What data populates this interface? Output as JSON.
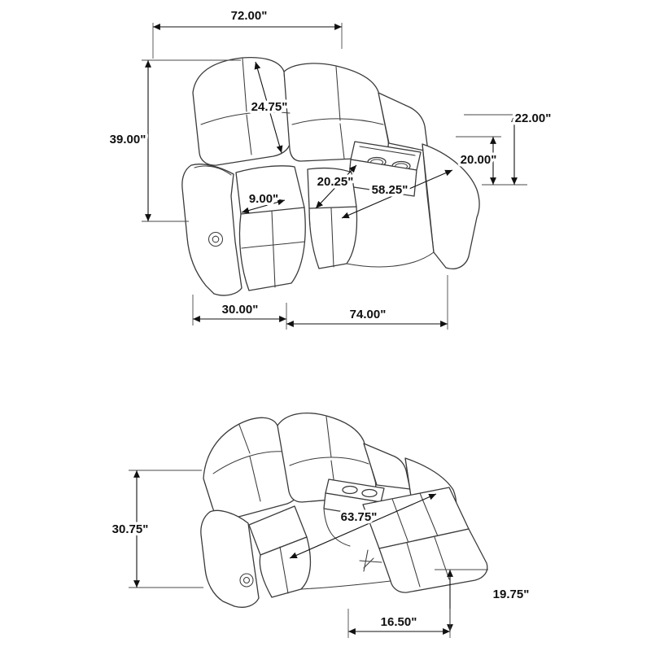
{
  "diagram": {
    "background": "#ffffff",
    "line_color": "#3b3b3b",
    "dimension_color": "#111111",
    "views": {
      "upright": {
        "name": "loveseat-upright-view",
        "dims": {
          "overall_width": "72.00\"",
          "overall_height": "39.00\"",
          "seat_back_height": "24.75\"",
          "arm_height": "22.00\"",
          "seat_to_top": "20.00\"",
          "seat_depth": "20.25\"",
          "arm_width": "9.00\"",
          "interior_width": "58.25\"",
          "side_depth": "30.00\"",
          "front_width": "74.00\""
        }
      },
      "reclined": {
        "name": "loveseat-reclined-view",
        "dims": {
          "reclined_back_height": "30.75\"",
          "reclined_length": "63.75\"",
          "footrest_height": "19.75\"",
          "footrest_extension": "16.50\""
        }
      }
    }
  }
}
